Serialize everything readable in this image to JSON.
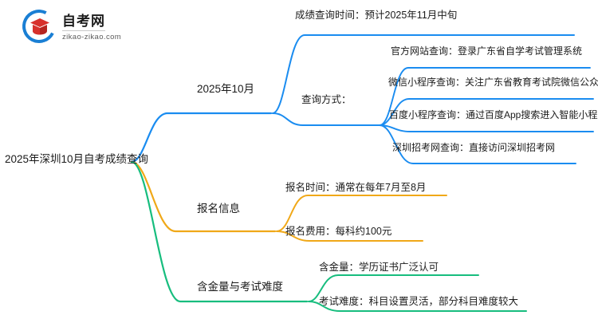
{
  "brand": {
    "name": "自考网",
    "url": "zikao-zikao.com",
    "icon": "graduation-book-icon"
  },
  "colors": {
    "branch_blue": "#1a8cf0",
    "branch_orange": "#f0a818",
    "branch_green": "#17bd7e",
    "text": "#1b1b1b",
    "logo_blue": "#1a7fd4",
    "logo_red": "#d7312c"
  },
  "mindmap": {
    "root": "2025年深圳10月自考成绩查询",
    "branches": [
      {
        "label": "2025年10月",
        "color": "#1a8cf0",
        "children": [
          {
            "label": "成绩查询时间：预计2025年11月中旬",
            "children": []
          },
          {
            "label": "查询方式：",
            "children": [
              {
                "label": "官方网站查询：登录广东省自学考试管理系统"
              },
              {
                "label": "微信小程序查询：关注广东省教育考试院微信公众号"
              },
              {
                "label": "百度小程序查询：通过百度App搜索进入智能小程序"
              },
              {
                "label": "深圳招考网查询：直接访问深圳招考网"
              }
            ]
          }
        ]
      },
      {
        "label": "报名信息",
        "color": "#f0a818",
        "children": [
          {
            "label": "报名时间：通常在每年7月至8月",
            "children": []
          },
          {
            "label": "报名费用：每科约100元",
            "children": []
          }
        ]
      },
      {
        "label": "含金量与考试难度",
        "color": "#17bd7e",
        "children": [
          {
            "label": "含金量：学历证书广泛认可",
            "children": []
          },
          {
            "label": "考试难度：科目设置灵活，部分科目难度较大",
            "children": []
          }
        ]
      }
    ]
  }
}
